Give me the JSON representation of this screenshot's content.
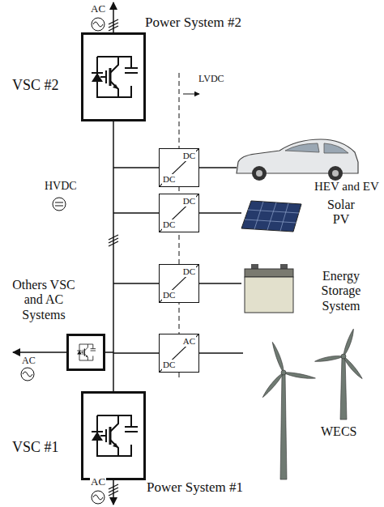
{
  "diagram": {
    "nodes": [
      {
        "text": [
          "VSC #2"
        ]
      },
      {
        "text": [
          "DC",
          "DC"
        ]
      },
      {
        "text": [
          "HEV and EV"
        ]
      },
      {
        "text": [
          "DC",
          "DC"
        ]
      },
      {
        "text": [
          "Solar PV"
        ]
      },
      {
        "text": [
          "DC",
          "DC"
        ]
      },
      {
        "text": [
          "Energy Storage System"
        ]
      },
      {
        "text": [
          "Others VSC and AC Systems"
        ]
      },
      {
        "text": [
          "AC",
          "DC"
        ]
      },
      {
        "text": [
          "WECS"
        ]
      },
      {
        "text": [
          "VSC #1"
        ]
      }
    ],
    "edges": [
      {
        "from": 0,
        "to": 10,
        "arrow": "none"
      },
      {
        "from": 1,
        "to": 2,
        "arrow": "none"
      },
      {
        "from": 3,
        "to": 4,
        "arrow": "none"
      },
      {
        "from": 5,
        "to": 6,
        "arrow": "none"
      },
      {
        "from": 8,
        "to": 9,
        "arrow": "none"
      }
    ],
    "labels": [
      "AC",
      "Power System #2",
      "LVDC",
      "HVDC",
      "AC",
      "AC",
      "Power System #1"
    ]
  }
}
